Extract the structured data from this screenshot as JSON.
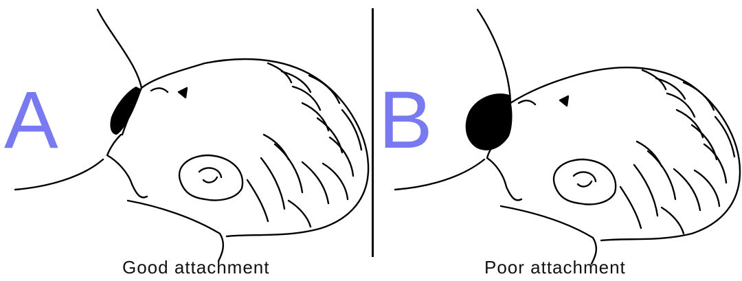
{
  "panels": [
    {
      "letter": "A",
      "caption": "Good attachment"
    },
    {
      "letter": "B",
      "caption": "Poor attachment"
    }
  ],
  "colors": {
    "letter": "#6b6bf0",
    "ink": "#000000"
  }
}
